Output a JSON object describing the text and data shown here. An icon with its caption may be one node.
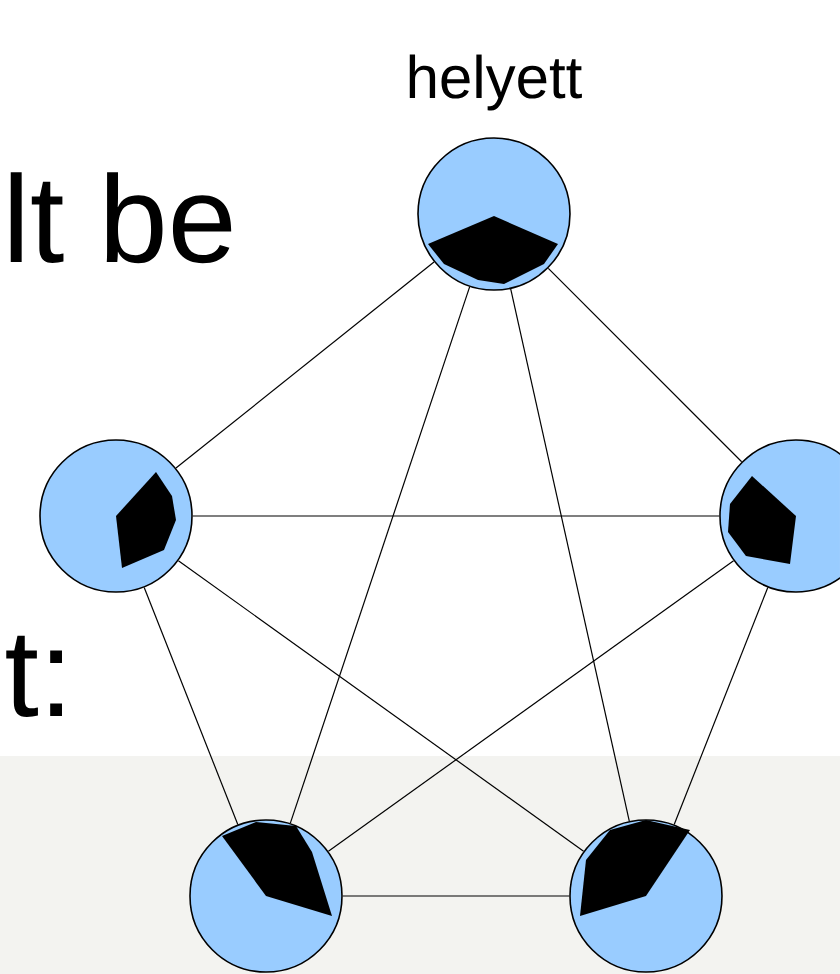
{
  "diagram": {
    "nodes": [
      {
        "text": [],
        "shape": "circle",
        "beside": [
          "helyett"
        ]
      },
      {
        "text": [],
        "shape": "circle"
      },
      {
        "text": [],
        "shape": "circle"
      },
      {
        "text": [],
        "shape": "circle"
      },
      {
        "text": [],
        "shape": "circle"
      }
    ],
    "edges": [
      {
        "from": 0,
        "to": 1,
        "arrow": "none"
      },
      {
        "from": 0,
        "to": 2,
        "arrow": "none"
      },
      {
        "from": 0,
        "to": 3,
        "arrow": "none"
      },
      {
        "from": 0,
        "to": 4,
        "arrow": "none"
      },
      {
        "from": 1,
        "to": 2,
        "arrow": "none"
      },
      {
        "from": 1,
        "to": 3,
        "arrow": "none"
      },
      {
        "from": 1,
        "to": 4,
        "arrow": "none"
      },
      {
        "from": 2,
        "to": 3,
        "arrow": "none"
      },
      {
        "from": 2,
        "to": 4,
        "arrow": "none"
      },
      {
        "from": 3,
        "to": 4,
        "arrow": "none"
      }
    ],
    "labels": [
      "lt be",
      "t:"
    ]
  }
}
